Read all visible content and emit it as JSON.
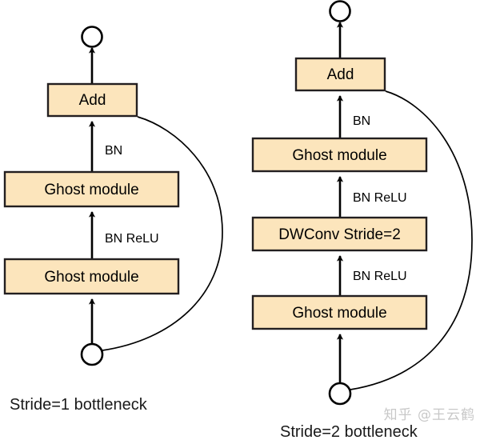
{
  "figure": {
    "style": {
      "box_fill": "#FCE5BC",
      "box_stroke": "#231F20",
      "line_color": "#000000",
      "text_color": "#000000",
      "watermark_color": "#c8c8c8"
    },
    "watermark": "知乎 @王云鹤"
  },
  "left": {
    "caption": "Stride=1 bottleneck",
    "nodes": {
      "output_circle": "output-node",
      "input_circle": "input-node",
      "add": "Add",
      "ghost_top": "Ghost module",
      "ghost_bottom": "Ghost module"
    },
    "edges": {
      "ghost_top_to_add": "BN",
      "ghost_bottom_to_ghost_top": "BN ReLU",
      "shortcut": "identity-shortcut"
    }
  },
  "right": {
    "caption": "Stride=2 bottleneck",
    "nodes": {
      "output_circle": "output-node",
      "input_circle": "input-node",
      "add": "Add",
      "ghost_top": "Ghost module",
      "dwconv": "DWConv Stride=2",
      "ghost_bottom": "Ghost module"
    },
    "edges": {
      "ghost_top_to_add": "BN",
      "dwconv_to_ghost_top": "BN ReLU",
      "ghost_bottom_to_dwconv": "BN ReLU",
      "shortcut": "identity-shortcut"
    }
  }
}
